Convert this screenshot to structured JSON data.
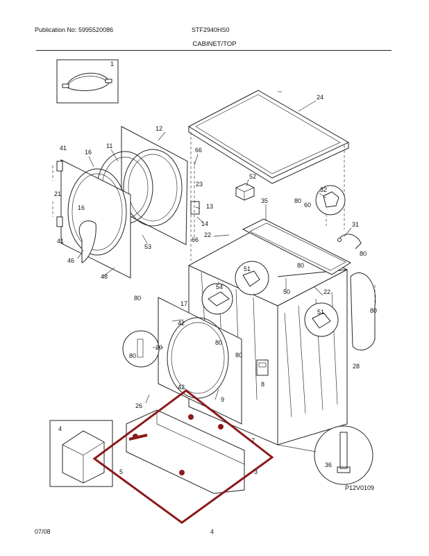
{
  "header": {
    "publication": "Publication No: 5995520086",
    "model": "STF2940HS0",
    "section_title": "CABINET/TOP"
  },
  "footer": {
    "date": "07/08",
    "page": "4"
  },
  "diagram_code": "P12V0109",
  "callouts": [
    {
      "id": "c1",
      "text": "1"
    },
    {
      "id": "c24",
      "text": "24"
    },
    {
      "id": "c12",
      "text": "12"
    },
    {
      "id": "c41a",
      "text": "41"
    },
    {
      "id": "c16a",
      "text": "16"
    },
    {
      "id": "c11",
      "text": "11"
    },
    {
      "id": "c66a",
      "text": "66"
    },
    {
      "id": "c23",
      "text": "23"
    },
    {
      "id": "c21",
      "text": "21"
    },
    {
      "id": "c16b",
      "text": "16"
    },
    {
      "id": "c13",
      "text": "13"
    },
    {
      "id": "c14",
      "text": "14"
    },
    {
      "id": "c41b",
      "text": "41"
    },
    {
      "id": "c53",
      "text": "53"
    },
    {
      "id": "c66b",
      "text": "66"
    },
    {
      "id": "c46",
      "text": "46"
    },
    {
      "id": "c48",
      "text": "48"
    },
    {
      "id": "c52",
      "text": "52"
    },
    {
      "id": "c35",
      "text": "35"
    },
    {
      "id": "c80a",
      "text": "80"
    },
    {
      "id": "c60",
      "text": "60"
    },
    {
      "id": "c32",
      "text": "32"
    },
    {
      "id": "c31",
      "text": "31"
    },
    {
      "id": "c80b",
      "text": "80"
    },
    {
      "id": "c22a",
      "text": "22"
    },
    {
      "id": "c51a",
      "text": "51"
    },
    {
      "id": "c80c",
      "text": "80"
    },
    {
      "id": "c80d",
      "text": "80"
    },
    {
      "id": "c54",
      "text": "54"
    },
    {
      "id": "c50",
      "text": "50"
    },
    {
      "id": "c22b",
      "text": "22"
    },
    {
      "id": "c80e",
      "text": "80"
    },
    {
      "id": "c17",
      "text": "17"
    },
    {
      "id": "c51b",
      "text": "51"
    },
    {
      "id": "c42a",
      "text": "42"
    },
    {
      "id": "c80f",
      "text": "80"
    },
    {
      "id": "c20",
      "text": "20"
    },
    {
      "id": "c80g",
      "text": "80"
    },
    {
      "id": "c80h",
      "text": "80"
    },
    {
      "id": "c28",
      "text": "28"
    },
    {
      "id": "c8",
      "text": "8"
    },
    {
      "id": "c42b",
      "text": "42"
    },
    {
      "id": "c9",
      "text": "9"
    },
    {
      "id": "c26",
      "text": "26"
    },
    {
      "id": "c4",
      "text": "4"
    },
    {
      "id": "c7",
      "text": "7"
    },
    {
      "id": "c5",
      "text": "5"
    },
    {
      "id": "c3",
      "text": "3"
    },
    {
      "id": "c36",
      "text": "36"
    }
  ],
  "colors": {
    "highlight": "#8b1a1a",
    "line": "#222222"
  }
}
